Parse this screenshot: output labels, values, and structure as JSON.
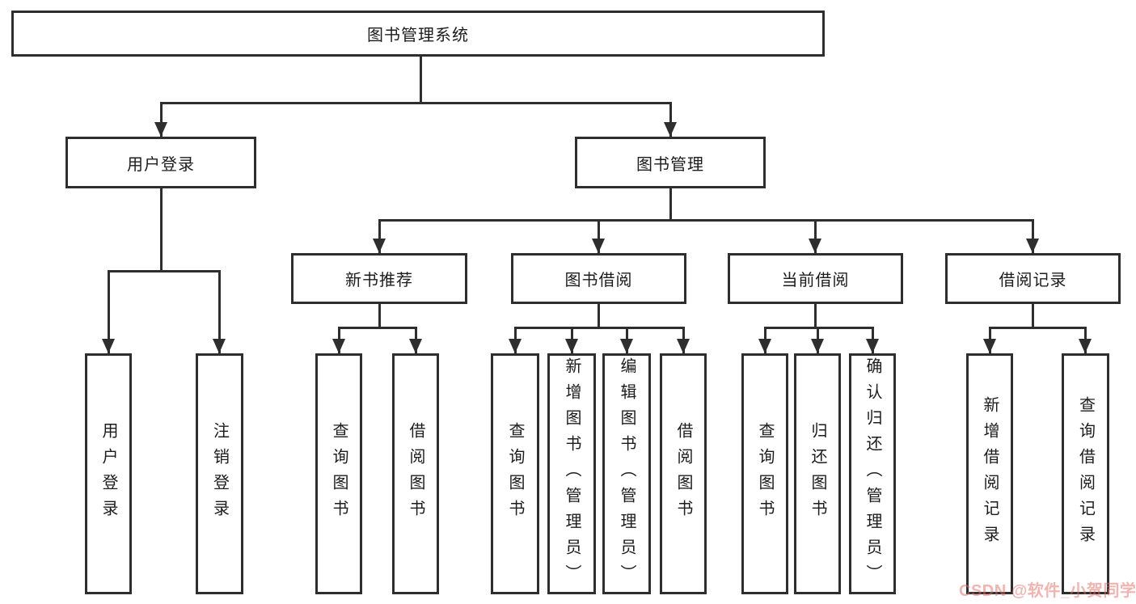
{
  "diagram_title": "图书管理系统",
  "tree": {
    "root": {
      "label": "图书管理系统"
    },
    "branches": [
      {
        "label": "用户登录",
        "children": [
          {
            "label": "用户登录"
          },
          {
            "label": "注销登录"
          }
        ]
      },
      {
        "label": "图书管理",
        "children": [
          {
            "label": "新书推荐",
            "children": [
              {
                "label": "查询图书"
              },
              {
                "label": "借阅图书"
              }
            ]
          },
          {
            "label": "图书借阅",
            "children": [
              {
                "label": "查询图书"
              },
              {
                "label": "新增图书（管理员）"
              },
              {
                "label": "编辑图书（管理员）"
              },
              {
                "label": "借阅图书"
              }
            ]
          },
          {
            "label": "当前借阅",
            "children": [
              {
                "label": "查询图书"
              },
              {
                "label": "归还图书"
              },
              {
                "label": "确认归还（管理员）"
              }
            ]
          },
          {
            "label": "借阅记录",
            "children": [
              {
                "label": "新增借阅记录"
              },
              {
                "label": "查询借阅记录"
              }
            ]
          }
        ]
      }
    ]
  },
  "watermark": {
    "text": "CSDN @软件_小贺同学",
    "color": "rgba(228,106,96,0.5)"
  },
  "colors": {
    "line": "#2e2e2e",
    "box_border": "#2e2e2e",
    "background": "#ffffff"
  }
}
